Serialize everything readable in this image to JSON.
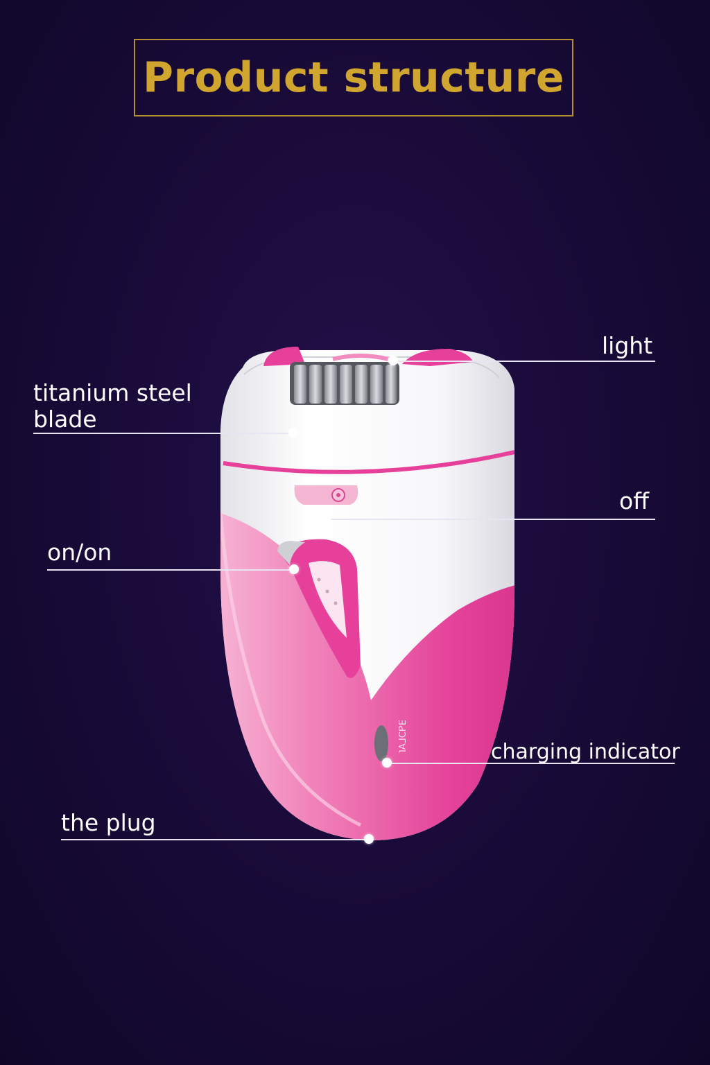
{
  "title": "Product structure",
  "labels": {
    "light": "light",
    "blade_line1": "titanium steel",
    "blade_line2": "blade",
    "off": "off",
    "on": "on/on",
    "charging": "charging indicator",
    "plug": "the plug"
  },
  "device": {
    "side_text": "ƎԀƆГ∀Ɩ"
  },
  "colors": {
    "title_gold": "#d0a630",
    "device_pink": "#e6409a",
    "device_white": "#f7f7f9"
  }
}
